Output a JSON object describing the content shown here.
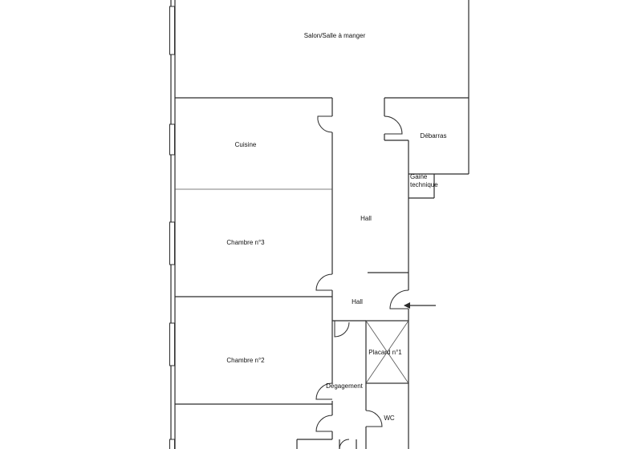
{
  "rooms": {
    "salon": "Salon/Salle à manger",
    "cuisine": "Cuisine",
    "debarras": "Débarras",
    "gaine_line1": "Gaine",
    "gaine_line2": "technique",
    "hall_upper": "Hall",
    "chambre3": "Chambre n°3",
    "hall_lower": "Hall",
    "placard": "Placard n°1",
    "chambre2": "Chambre n°2",
    "degagement": "Dégagement",
    "wc": "WC"
  },
  "colors": {
    "wall": "#2b2b2b",
    "background": "#ffffff"
  },
  "icons": {
    "entrance": "arrow-left-icon"
  }
}
